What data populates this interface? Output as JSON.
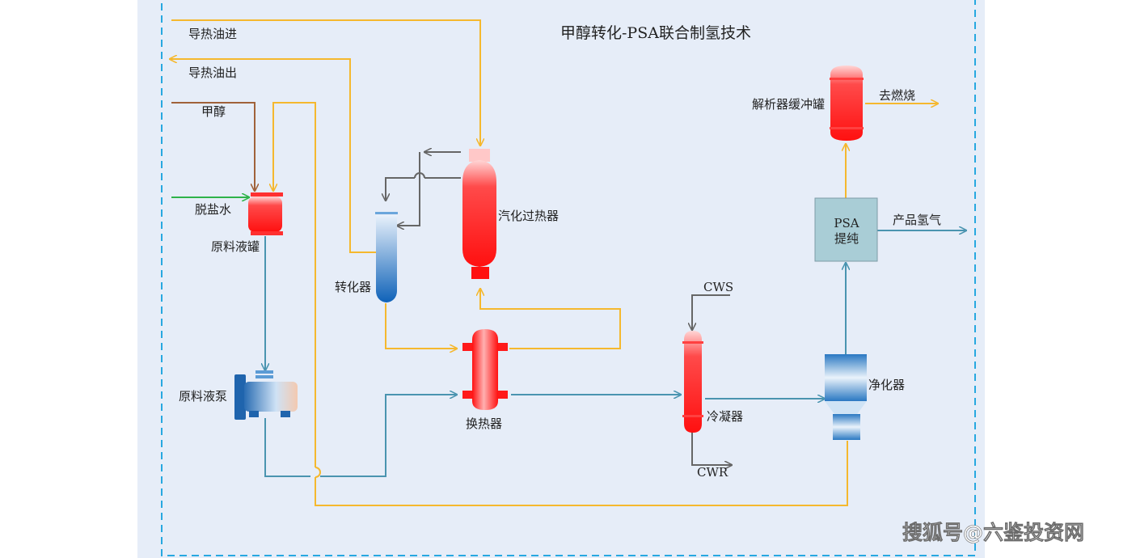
{
  "title": "甲醇转化-PSA联合制氢技术",
  "labels": {
    "oil_in": "导热油进",
    "oil_out": "导热油出",
    "methanol": "甲醇",
    "desalt_water": "脱盐水",
    "feed_tank": "原料液罐",
    "feed_pump": "原料液泵",
    "converter": "转化器",
    "vaporizer": "汽化过热器",
    "heat_exchanger": "换热器",
    "cws": "CWS",
    "cwr": "CWR",
    "condenser": "冷凝器",
    "purifier": "净化器",
    "psa_line1": "PSA",
    "psa_line2": "提纯",
    "product": "产品氢气",
    "buffer_tank": "解析器缓冲罐",
    "to_burn": "去燃烧"
  },
  "watermark": "搜狐号@六鉴投资网",
  "colors": {
    "oil_line": "#f5b82e",
    "methanol_line": "#a0623a",
    "water_line": "#2fb34a",
    "process_line": "#4a94b0",
    "gray_line": "#666666",
    "panel_bg": "#e6edf8",
    "border_dash": "#27a8e0",
    "red_vessel": "#ff1a1a",
    "blue_vessel": "#1a6fbf",
    "psa_box": "#a9cdd6"
  }
}
